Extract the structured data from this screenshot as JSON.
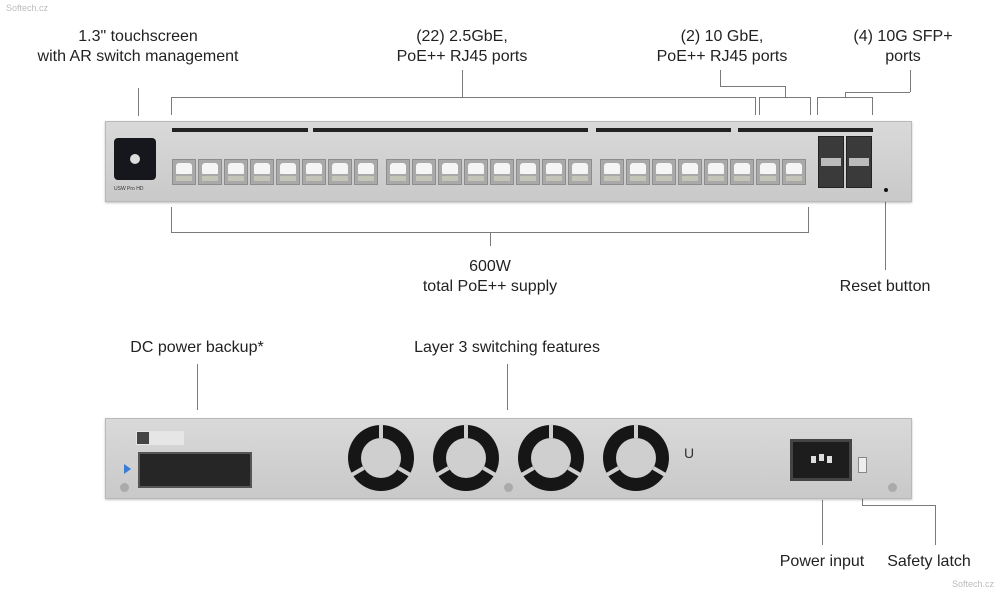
{
  "watermark": "Softech.cz",
  "front": {
    "touchscreen_label": [
      "1.3\" touchscreen",
      "with AR switch management"
    ],
    "rj45_25_label": [
      "(22) 2.5GbE,",
      "PoE++ RJ45 ports"
    ],
    "rj45_10_label": [
      "(2)  10 GbE,",
      "PoE++ RJ45 ports"
    ],
    "sfp_label": [
      "(4) 10G SFP+",
      "ports"
    ],
    "poe_label": [
      "600W",
      "total PoE++ supply"
    ],
    "reset_label": "Reset button",
    "model_text": "USW Pro HD",
    "rj45_port_count": 24,
    "sfp_cage_count": 2
  },
  "back": {
    "dc_label": "DC power backup*",
    "l3_label": "Layer 3 switching features",
    "power_label": "Power input",
    "latch_label": "Safety latch",
    "fan_count": 4
  },
  "colors": {
    "panel": "#d2d2d2",
    "callout": "#7a7a7a",
    "screen": "#15171c"
  }
}
